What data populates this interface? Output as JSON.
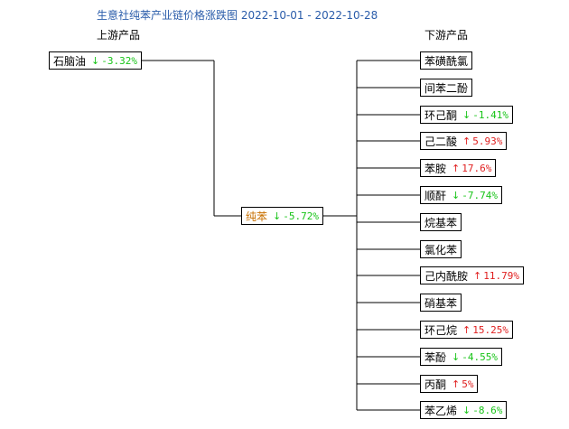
{
  "title": "生意社纯苯产业链价格涨跌图 2022-10-01 - 2022-10-28",
  "upstream_label": "上游产品",
  "downstream_label": "下游产品",
  "colors": {
    "down": "#18c418",
    "up": "#e02020",
    "center": "#c87000",
    "title": "#2a5caa"
  },
  "upstream": [
    {
      "name": "石脑油",
      "direction": "down",
      "change": "-3.32%"
    }
  ],
  "center": {
    "name": "纯苯",
    "direction": "down",
    "change": "-5.72%"
  },
  "downstream": [
    {
      "name": "苯磺酰氯",
      "direction": "",
      "change": ""
    },
    {
      "name": "间苯二酚",
      "direction": "",
      "change": ""
    },
    {
      "name": "环己酮",
      "direction": "down",
      "change": "-1.41%"
    },
    {
      "name": "己二酸",
      "direction": "up",
      "change": "5.93%"
    },
    {
      "name": "苯胺",
      "direction": "up",
      "change": "17.6%"
    },
    {
      "name": "顺酐",
      "direction": "down",
      "change": "-7.74%"
    },
    {
      "name": "烷基苯",
      "direction": "",
      "change": ""
    },
    {
      "name": "氯化苯",
      "direction": "",
      "change": ""
    },
    {
      "name": "己内酰胺",
      "direction": "up",
      "change": "11.79%"
    },
    {
      "name": "硝基苯",
      "direction": "",
      "change": ""
    },
    {
      "name": "环己烷",
      "direction": "up",
      "change": "15.25%"
    },
    {
      "name": "苯酚",
      "direction": "down",
      "change": "-4.55%"
    },
    {
      "name": "丙酮",
      "direction": "up",
      "change": "5%"
    },
    {
      "name": "苯乙烯",
      "direction": "down",
      "change": "-8.6%"
    }
  ]
}
